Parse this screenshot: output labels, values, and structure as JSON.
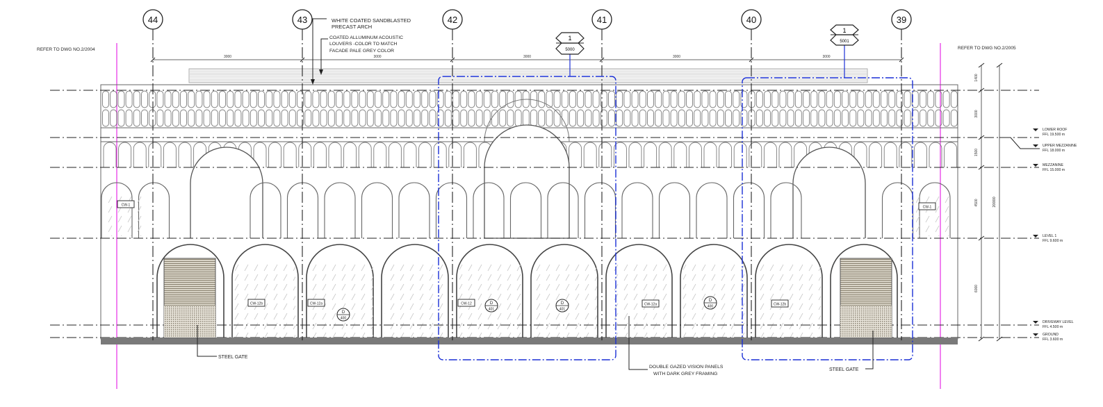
{
  "grid_axes": [
    {
      "id": "44"
    },
    {
      "id": "43"
    },
    {
      "id": "42"
    },
    {
      "id": "41"
    },
    {
      "id": "40"
    },
    {
      "id": "39"
    }
  ],
  "dimension_values": [
    "3000",
    "3000",
    "3000",
    "3000",
    "3000"
  ],
  "notes": {
    "refer_left": "REFER TO DWG NO.2/2004",
    "refer_right": "REFER TO DWG NO.2/2005",
    "arch_1": "WHITE COATED SANDBLASTED",
    "arch_2": "PRECAST ARCH",
    "louver_1": "COATED ALLUMINUM ACOUSTIC",
    "louver_2": "LOUVERS -COLOR TO MATCH",
    "louver_3": "FACADE PALE GREY COLOR",
    "steel_gate_left": "STEEL GATE",
    "steel_gate_right": "STEEL GATE",
    "glazing_1": "DOUBLE GAZED VISION PANELS",
    "glazing_2": "WITH DARK GREY FRAMING"
  },
  "callouts": [
    {
      "num": "1",
      "sheet": "5000"
    },
    {
      "num": "1",
      "sheet": "5001"
    }
  ],
  "levels": [
    {
      "name": "LOWER ROOF",
      "value": "FFL 19.500 m"
    },
    {
      "name": "UPPER MEZZANINE",
      "value": "FFL 18.000 m"
    },
    {
      "name": "MEZZANINE",
      "value": "FFL 15.000 m"
    },
    {
      "name": "LEVEL 1",
      "value": "FFL 9.600 m"
    },
    {
      "name": "DRIVEWAY LEVEL",
      "value": "FFL 4.500 m"
    },
    {
      "name": "GROUND",
      "value": "FFL 3.600 m"
    }
  ],
  "vertical_dims": [
    "1400",
    "3000",
    "1500",
    "4500",
    "6000"
  ],
  "overall_dim": "20000",
  "window_tags": [
    "CW-1",
    "CW-12b",
    "CW-12a",
    "CW-12",
    "CW-12a",
    "CW-12b",
    "CW-1"
  ],
  "door_tags": [
    {
      "letter": "D",
      "num": "400"
    },
    {
      "letter": "D",
      "num": "401"
    },
    {
      "letter": "D",
      "num": "401"
    },
    {
      "letter": "D",
      "num": "400"
    }
  ],
  "colors": {
    "line": "#3a3a3a",
    "light": "#9a9a9a",
    "magenta": "#e000e0",
    "blue": "#1a2fd6",
    "ground": "#7a7a7a"
  }
}
